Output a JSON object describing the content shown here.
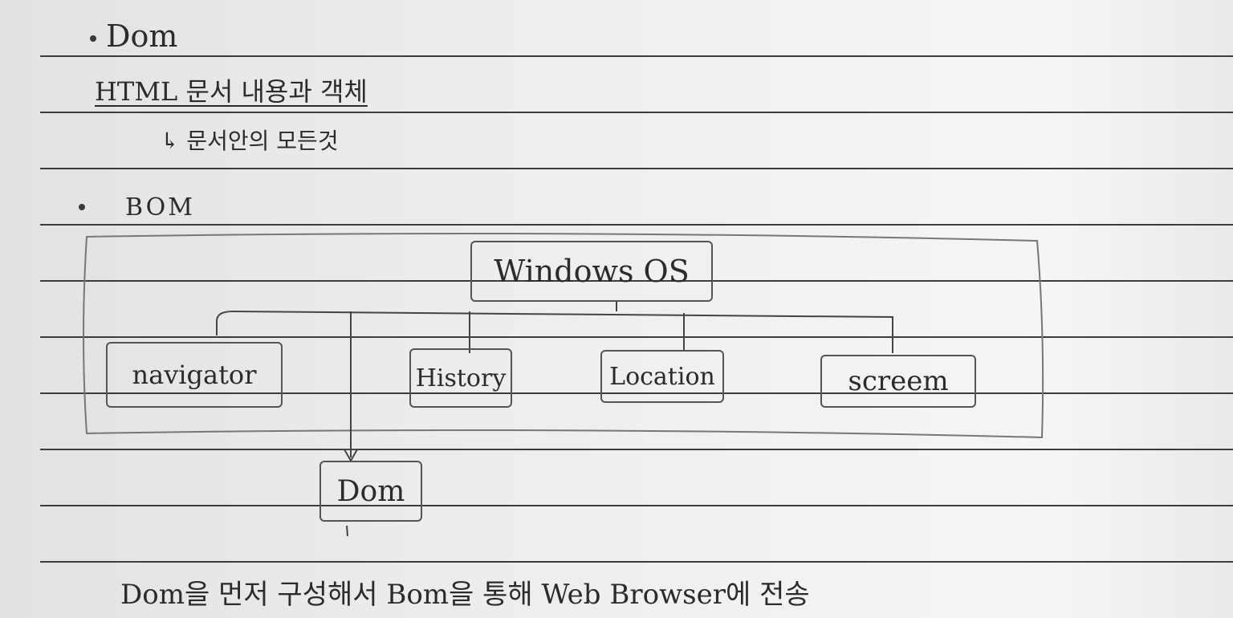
{
  "heading_dom": "Dom",
  "dom_definition": "HTML 문서 내용과 객체",
  "dom_sub_note": "↳ 문서안의 모든것",
  "heading_bom": "BOM",
  "diagram": {
    "root": "Windows OS",
    "children": [
      "navigator",
      "History",
      "Location",
      "screem"
    ],
    "dom_node": "Dom"
  },
  "summary": "Dom을 먼저 구성해서 Bom을 통해 Web Browser에 전송"
}
